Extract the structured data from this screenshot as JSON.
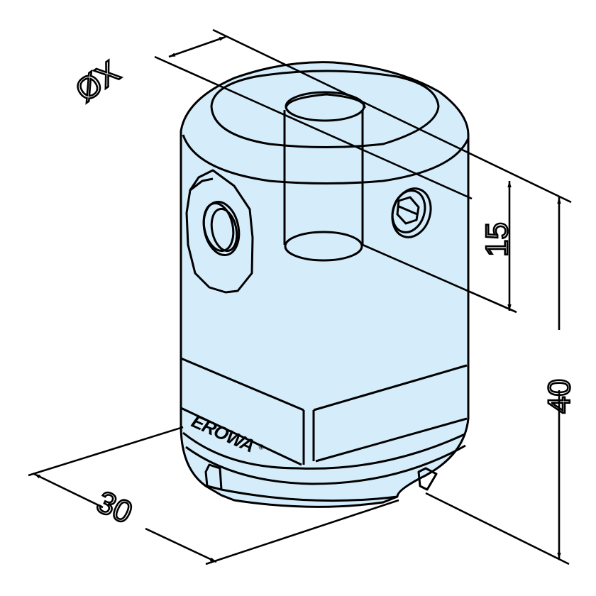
{
  "drawing": {
    "subject": "cylindrical clamping chuck / reference element (isometric view)",
    "brand_mark": "EROWA",
    "brand_registered": "®",
    "colors": {
      "body_fill": "#d5ecfa",
      "line": "#000000",
      "background": "#ffffff"
    }
  },
  "dimensions": {
    "diameter_label": "ØX",
    "diameter_symbol": "Ø",
    "diameter_value": "X",
    "depth": "15",
    "height": "40",
    "width": "30"
  }
}
